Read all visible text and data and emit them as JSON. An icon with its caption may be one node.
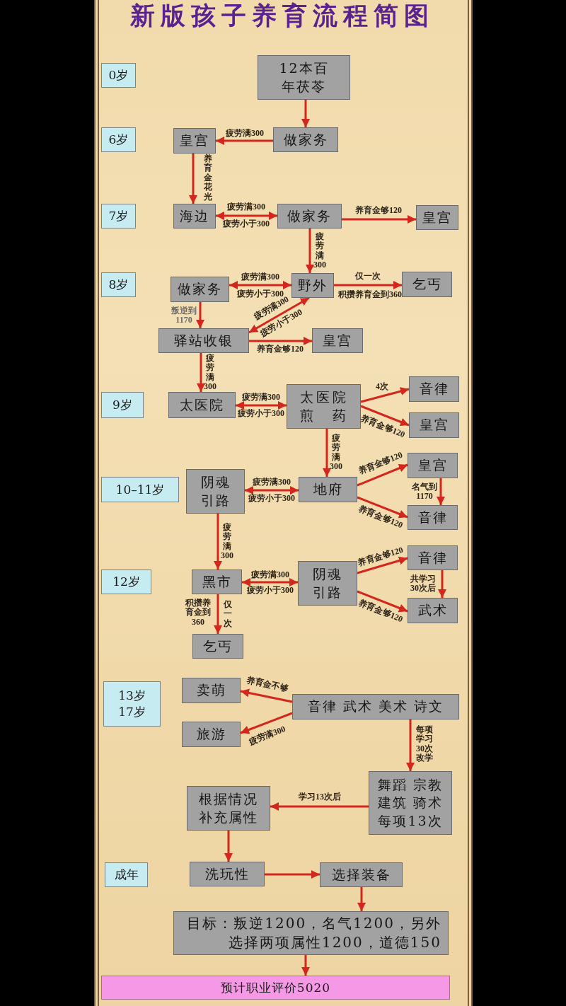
{
  "diagram": {
    "title": "新版孩子养育流程简图",
    "nodes": [
      {
        "text": [
          "0岁"
        ]
      },
      {
        "text": [
          "12本百年茯苓"
        ]
      },
      {
        "text": [
          "6岁"
        ]
      },
      {
        "text": [
          "皇宫"
        ]
      },
      {
        "text": [
          "做家务"
        ]
      },
      {
        "text": [
          "7岁"
        ]
      },
      {
        "text": [
          "海边"
        ]
      },
      {
        "text": [
          "做家务"
        ]
      },
      {
        "text": [
          "皇宫"
        ]
      },
      {
        "text": [
          "8岁"
        ]
      },
      {
        "text": [
          "做家务"
        ]
      },
      {
        "text": [
          "野外"
        ]
      },
      {
        "text": [
          "乞丐"
        ]
      },
      {
        "text": [
          "驿站收银"
        ]
      },
      {
        "text": [
          "皇宫"
        ]
      },
      {
        "text": [
          "9岁"
        ]
      },
      {
        "text": [
          "太医院"
        ]
      },
      {
        "text": [
          "太医院煎药"
        ]
      },
      {
        "text": [
          "音律"
        ]
      },
      {
        "text": [
          "皇宫"
        ]
      },
      {
        "text": [
          "10–11岁"
        ]
      },
      {
        "text": [
          "阴魂引路"
        ]
      },
      {
        "text": [
          "地府"
        ]
      },
      {
        "text": [
          "皇宫"
        ]
      },
      {
        "text": [
          "音律"
        ]
      },
      {
        "text": [
          "12岁"
        ]
      },
      {
        "text": [
          "黑市"
        ]
      },
      {
        "text": [
          "阴魂引路"
        ]
      },
      {
        "text": [
          "音律"
        ]
      },
      {
        "text": [
          "武术"
        ]
      },
      {
        "text": [
          "乞丐"
        ]
      },
      {
        "text": [
          "13岁",
          "17岁"
        ]
      },
      {
        "text": [
          "卖萌"
        ]
      },
      {
        "text": [
          "音律 武术 美术 诗文"
        ]
      },
      {
        "text": [
          "旅游"
        ]
      },
      {
        "text": [
          "舞蹈 宗教",
          "建筑 骑术",
          "每项13次"
        ]
      },
      {
        "text": [
          "根据情况补充属性"
        ]
      },
      {
        "text": [
          "成年"
        ]
      },
      {
        "text": [
          "洗玩性"
        ]
      },
      {
        "text": [
          "选择装备"
        ]
      },
      {
        "text": [
          "目标：叛逆1200，名气1200，另外选择两项属性1200，道德150"
        ]
      },
      {
        "text": [
          "预计职业评价5020"
        ]
      }
    ],
    "edges": [
      {
        "from": 1,
        "to": 4,
        "arrow": "to"
      },
      {
        "from": 4,
        "to": 3,
        "arrow": "to",
        "label": "疲劳满300"
      },
      {
        "from": 3,
        "to": 6,
        "arrow": "to",
        "label": "养育金花光"
      },
      {
        "from": 6,
        "to": 7,
        "arrow": "both",
        "label": "疲劳满300"
      },
      {
        "from": 7,
        "to": 8,
        "arrow": "to",
        "label": "养育金够120"
      },
      {
        "from": 7,
        "to": 11,
        "arrow": "to",
        "label": "疲劳满300"
      },
      {
        "from": 10,
        "to": 11,
        "arrow": "both",
        "label": "疲劳满300"
      },
      {
        "from": 11,
        "to": 12,
        "arrow": "to",
        "label": "仅一次"
      },
      {
        "from": 10,
        "to": 13,
        "arrow": "to",
        "label": "叛逆到1170"
      },
      {
        "from": 11,
        "to": 13,
        "arrow": "both",
        "label": "疲劳满300"
      },
      {
        "from": 13,
        "to": 14,
        "arrow": "to",
        "label": "养育金够120"
      },
      {
        "from": 13,
        "to": 16,
        "arrow": "to",
        "label": "疲劳满300"
      },
      {
        "from": 16,
        "to": 17,
        "arrow": "both",
        "label": "疲劳满300"
      },
      {
        "from": 17,
        "to": 18,
        "arrow": "to",
        "label": "4次"
      },
      {
        "from": 17,
        "to": 19,
        "arrow": "to",
        "label": "养育金够120"
      },
      {
        "from": 17,
        "to": 22,
        "arrow": "to",
        "label": "疲劳满300"
      },
      {
        "from": 21,
        "to": 22,
        "arrow": "both",
        "label": "疲劳满300"
      },
      {
        "from": 22,
        "to": 23,
        "arrow": "to",
        "label": "养育金够120"
      },
      {
        "from": 22,
        "to": 24,
        "arrow": "to",
        "label": "养育金够120"
      },
      {
        "from": 23,
        "to": 24,
        "arrow": "to",
        "label": "名气到1170"
      },
      {
        "from": 21,
        "to": 26,
        "arrow": "to",
        "label": "疲劳满300"
      },
      {
        "from": 26,
        "to": 27,
        "arrow": "both",
        "label": "疲劳满300"
      },
      {
        "from": 27,
        "to": 28,
        "arrow": "to",
        "label": "养育金够120"
      },
      {
        "from": 27,
        "to": 29,
        "arrow": "to",
        "label": "养育金够120"
      },
      {
        "from": 28,
        "to": 29,
        "arrow": "to",
        "label": "共学习30次后"
      },
      {
        "from": 26,
        "to": 30,
        "arrow": "to",
        "label": "积攒养育金到360"
      },
      {
        "from": 33,
        "to": 32,
        "arrow": "to",
        "label": "养育金不够"
      },
      {
        "from": 33,
        "to": 34,
        "arrow": "to",
        "label": "疲劳满300"
      },
      {
        "from": 33,
        "to": 35,
        "arrow": "to",
        "label": "每项学习30次改学"
      },
      {
        "from": 35,
        "to": 36,
        "arrow": "to",
        "label": "学习13次后"
      },
      {
        "from": 36,
        "to": 38,
        "arrow": "to"
      },
      {
        "from": 38,
        "to": 39,
        "arrow": "to"
      },
      {
        "from": 39,
        "to": 40,
        "arrow": "to"
      },
      {
        "from": 40,
        "to": 41,
        "arrow": "to"
      }
    ],
    "labels": [
      "疲劳小于300",
      "疲劳小于300",
      "积攒养育金到360",
      "疲劳小于300",
      "疲劳小于300",
      "疲劳小于300",
      "疲劳小于300",
      "仅一次"
    ]
  }
}
